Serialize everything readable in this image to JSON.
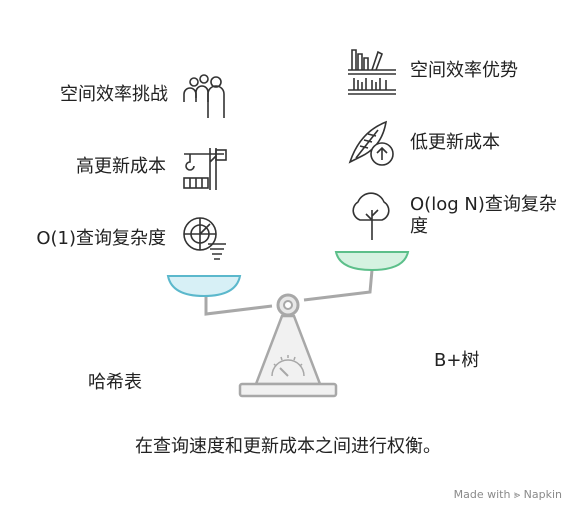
{
  "left_side": {
    "label": "哈希表",
    "items": [
      {
        "text": "空间效率挑战",
        "icon": "people-group-icon"
      },
      {
        "text": "高更新成本",
        "icon": "crane-icon"
      },
      {
        "text": "O(1)查询复杂度",
        "icon": "radar-funnel-icon"
      }
    ]
  },
  "right_side": {
    "label": "B+树",
    "items": [
      {
        "text": "空间效率优势",
        "icon": "bookshelf-icon"
      },
      {
        "text": "低更新成本",
        "icon": "leaf-upload-icon"
      },
      {
        "text": "O(log N)查询复杂度",
        "icon": "tree-icon"
      }
    ]
  },
  "caption": "在查询速度和更新成本之间进行权衡。",
  "watermark": "Made with ⪢ Napkin",
  "colors": {
    "left_pan": "#d7f0f6",
    "left_pan_stroke": "#5bb8cc",
    "right_pan": "#d5f2e1",
    "right_pan_stroke": "#5cbf8a",
    "stroke": "#333333",
    "scale": "#a8a8a8"
  }
}
